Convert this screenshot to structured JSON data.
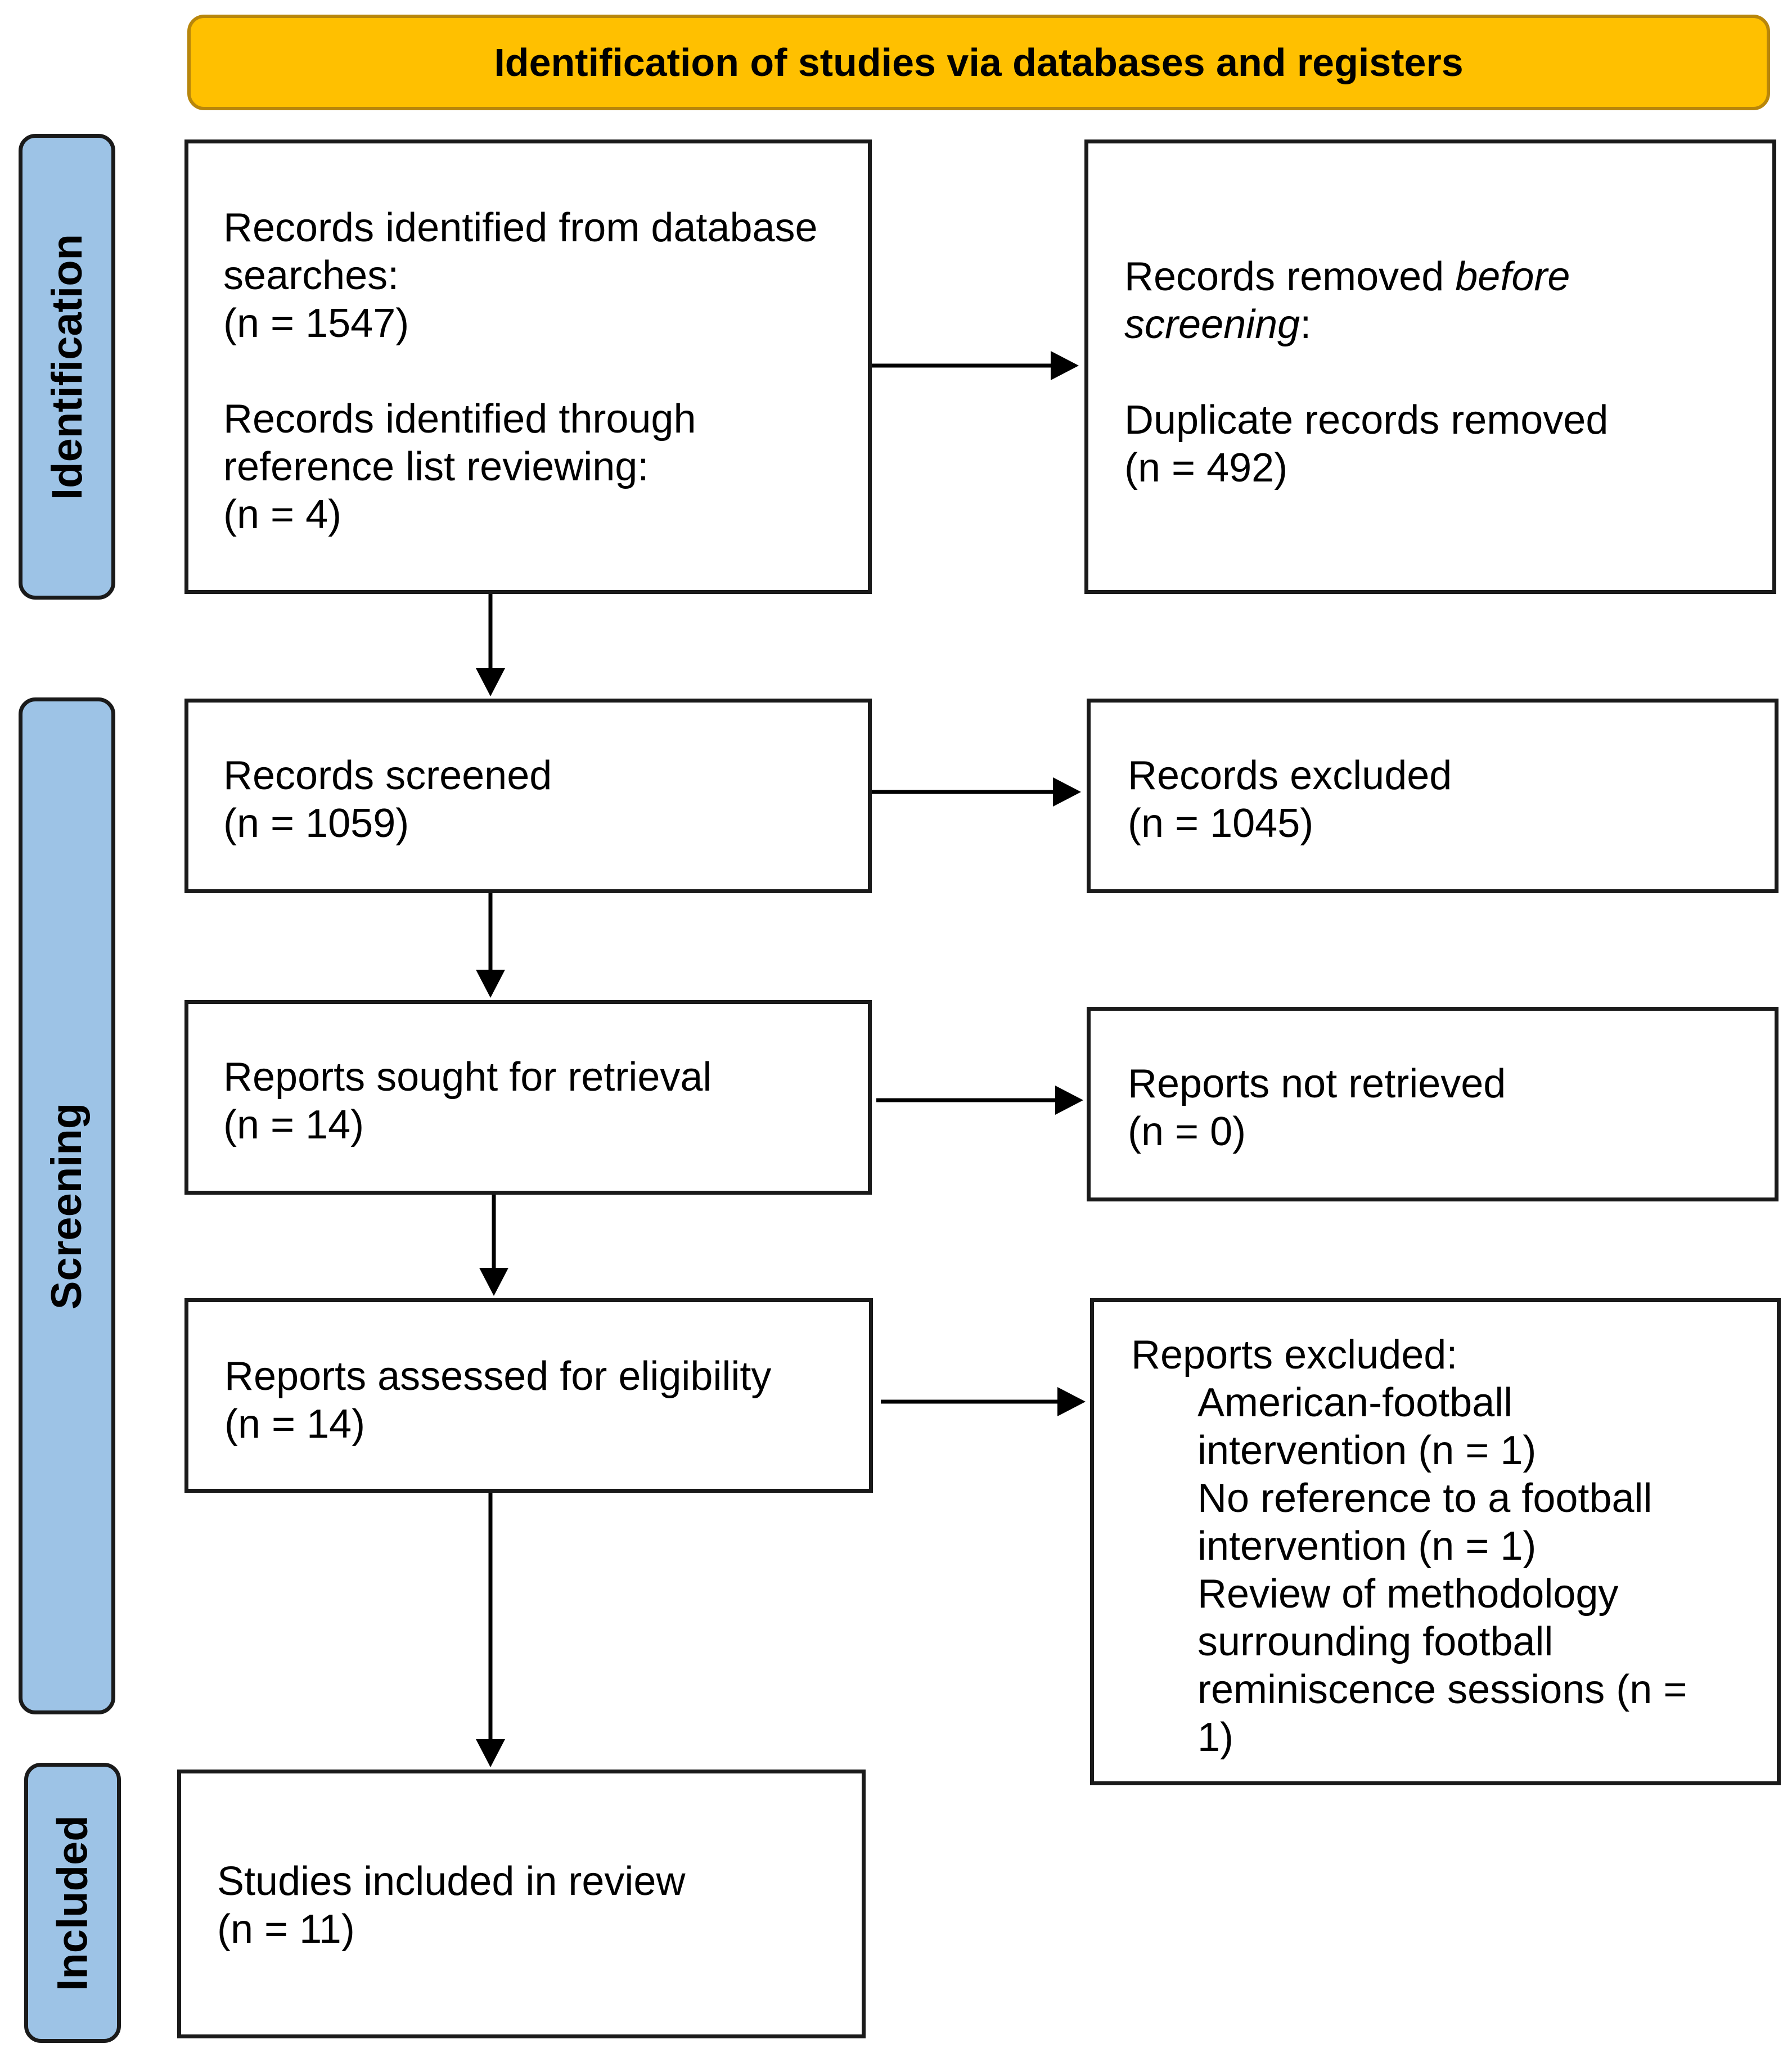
{
  "header": {
    "title": "Identification of studies via databases and registers"
  },
  "phases": {
    "identification": "Identification",
    "screening": "Screening",
    "included": "Included"
  },
  "identification_box": {
    "db_line1": "Records identified from database",
    "db_line2": "searches:",
    "db_count": "(n = 1547)",
    "ref_line1": "Records identified through",
    "ref_line2": "reference list reviewing:",
    "ref_count": "(n = 4)"
  },
  "removed_box": {
    "line1_prefix": "Records removed ",
    "line1_italic": "before",
    "line2_italic": "screening",
    "line2_suffix": ":",
    "dup_label": "Duplicate records removed",
    "dup_count": "(n = 492)"
  },
  "screened_box": {
    "label": "Records screened",
    "count": "(n = 1059)"
  },
  "excluded_box": {
    "label": "Records excluded",
    "count": "(n = 1045)"
  },
  "sought_box": {
    "label": "Reports sought for retrieval",
    "count": "(n = 14)"
  },
  "not_retrieved_box": {
    "label": "Reports not retrieved",
    "count": "(n = 0)"
  },
  "assessed_box": {
    "label": "Reports assessed for eligibility",
    "count": "(n = 14)"
  },
  "reports_excluded_box": {
    "label": "Reports excluded:",
    "items": [
      "American-football",
      "intervention (n = 1)",
      "No reference to a football",
      "intervention (n = 1)",
      "Review of methodology",
      "surrounding football",
      "reminiscence sessions (n =",
      "1)"
    ]
  },
  "included_box": {
    "label": "Studies included in review",
    "count": "(n = 11)"
  },
  "colors": {
    "header": "#FFC000",
    "phase": "#9DC3E6",
    "border": "#1a1a1a"
  }
}
